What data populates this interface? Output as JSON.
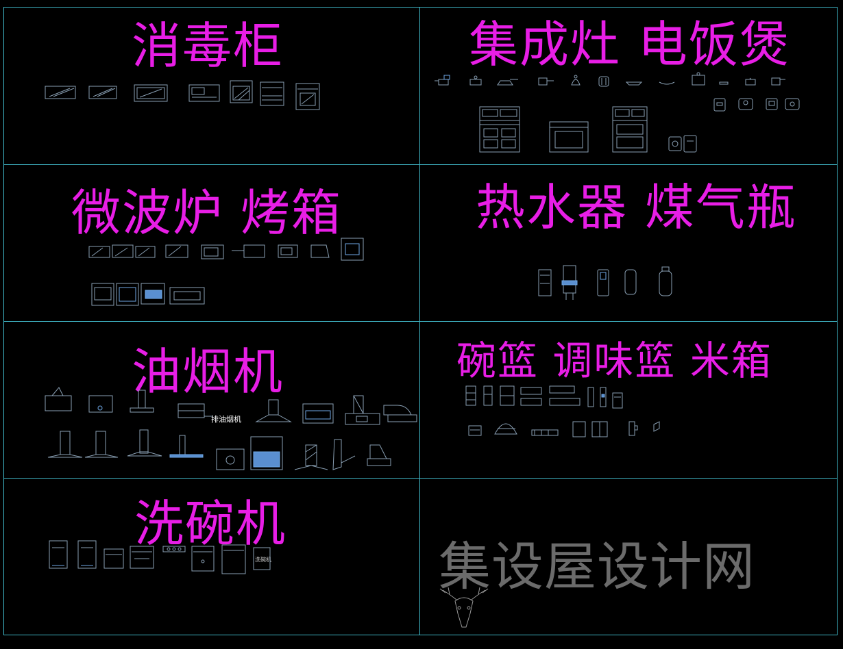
{
  "sections": {
    "sterilizer": {
      "title": "消毒柜"
    },
    "stove": {
      "title": "集成灶  电饭煲"
    },
    "microwave": {
      "title": "微波炉  烤箱"
    },
    "heater": {
      "title": "热水器  煤气瓶"
    },
    "hood": {
      "title": "油烟机",
      "tag": "排油烟机"
    },
    "basket": {
      "title": "碗篮  调味篮  米箱"
    },
    "dishwasher": {
      "title": "洗碗机",
      "tag": "洗碗机"
    }
  },
  "watermark": "集设屋设计网",
  "colors": {
    "title": "#e81ee6",
    "grid": "#3fb6c6",
    "symbol": "#8aa0b4",
    "watermark": "#6b6b6b"
  },
  "icons": {
    "logo": "deer-skull-icon"
  }
}
